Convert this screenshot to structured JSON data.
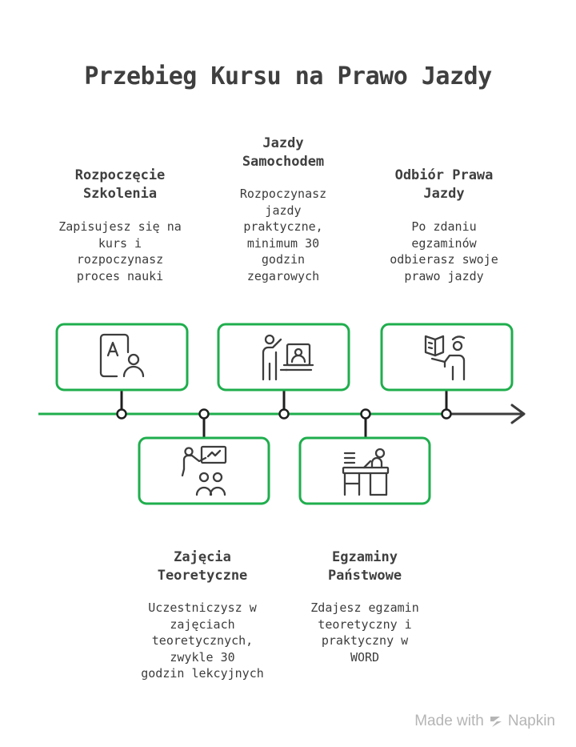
{
  "title": "Przebieg Kursu na Prawo Jazdy",
  "colors": {
    "accent": "#1fae4d",
    "line": "#3d3d3d",
    "text": "#3f3f3f",
    "footer": "#b5b5b5"
  },
  "steps": [
    {
      "title": "Rozpoczęcie\nSzkolenia",
      "desc": "Zapisujesz się na\nkurs i\nrozpoczynasz\nproces nauki",
      "icon": "student-letter-a-icon"
    },
    {
      "title": "Zajęcia\nTeoretyczne",
      "desc": "Uczestniczysz w\nzajęciach\nteoretycznych,\nzwykle 30\ngodzin lekcyjnych",
      "icon": "classroom-teacher-icon"
    },
    {
      "title": "Jazdy\nSamochodem",
      "desc": "Rozpoczynasz\njazdy\npraktyczne,\nminimum 30\ngodzin\nzegarowych",
      "icon": "driving-instructor-icon"
    },
    {
      "title": "Egzaminy\nPaństwowe",
      "desc": "Zdajesz egzamin\nteoretyczny i\npraktyczny w\nWORD",
      "icon": "exam-desk-icon"
    },
    {
      "title": "Odbiór Prawa\nJazdy",
      "desc": "Po zdaniu\negzaminów\nodbierasz swoje\nprawo jazdy",
      "icon": "license-handover-icon"
    }
  ],
  "footer": {
    "made_with": "Made with",
    "brand": "Napkin"
  }
}
